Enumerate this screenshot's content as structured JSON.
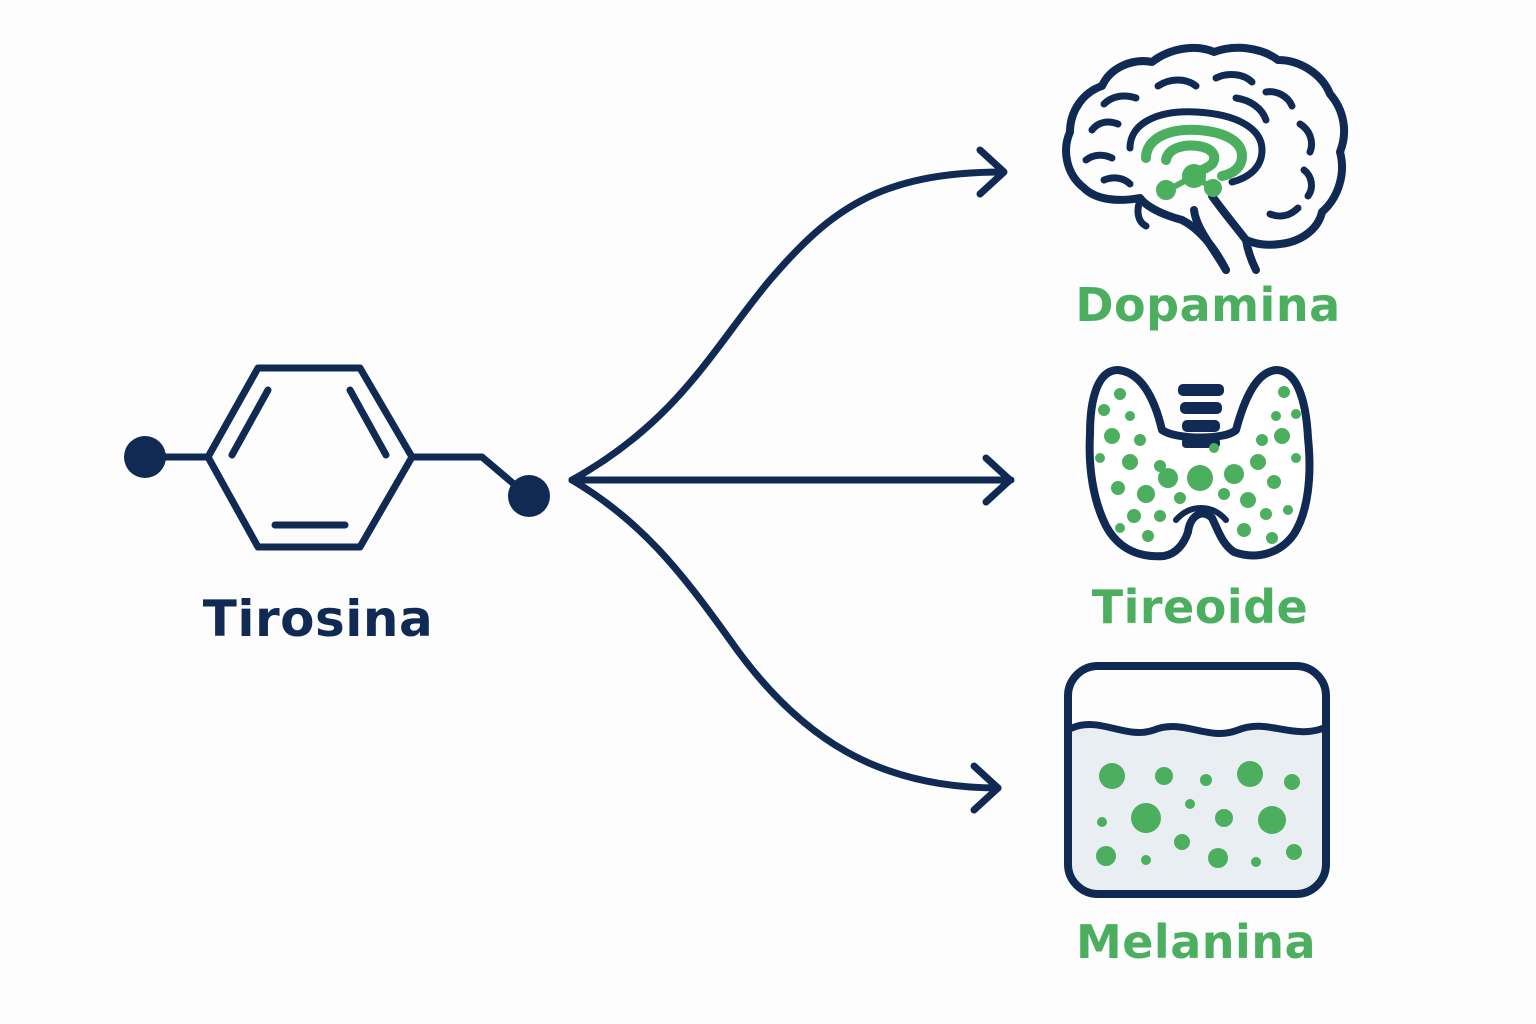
{
  "source": {
    "label": "Tirosina",
    "icon": "tyrosine-molecule-icon"
  },
  "targets": [
    {
      "label": "Dopamina",
      "icon": "brain-icon"
    },
    {
      "label": "Tireoide",
      "icon": "thyroid-gland-icon"
    },
    {
      "label": "Melanina",
      "icon": "skin-melanin-icon"
    }
  ],
  "colors": {
    "primary": "#102a54",
    "accent": "#4caf5f",
    "background": "#fdfdfd",
    "skin_fill": "#e9eef3"
  }
}
